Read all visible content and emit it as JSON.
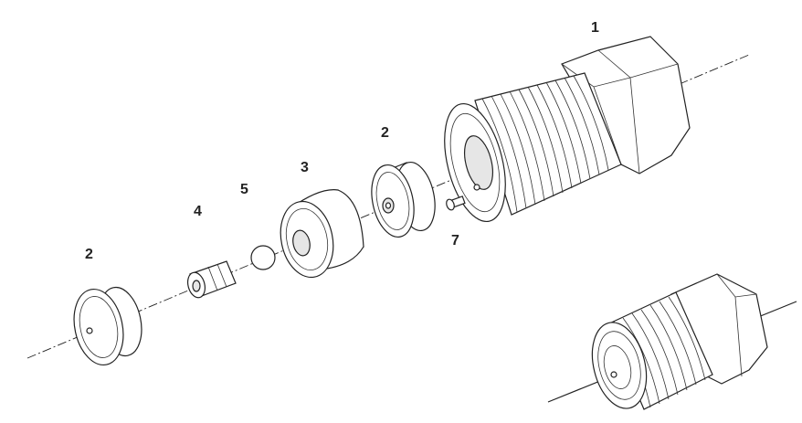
{
  "callouts": {
    "c1": "1",
    "c2_left": "2",
    "c2_mid": "2",
    "c3": "3",
    "c4": "4",
    "c5": "5",
    "c7": "7"
  }
}
